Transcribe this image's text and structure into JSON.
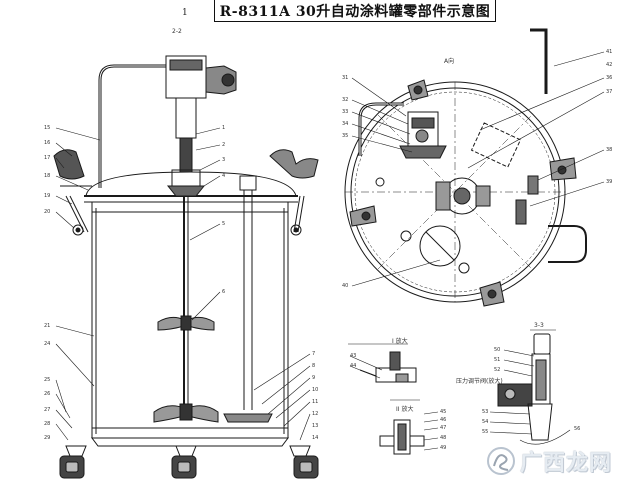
{
  "title": "R-8311A 30升自动涂料罐零部件示意图",
  "top_index": "1",
  "view_labels": {
    "top_view": "A向",
    "detail_a": "2-2",
    "detail_b": "I 放大",
    "detail_c": "II 放大",
    "detail_label_small": "3-3",
    "valve_note": "压力调节阀(放大)"
  },
  "callouts": {
    "tank_left": [
      "15",
      "16",
      "17",
      "18",
      "19",
      "20",
      "21",
      "24",
      "25",
      "26",
      "27",
      "28",
      "29"
    ],
    "tank_right": [
      "1",
      "2",
      "3",
      "4",
      "5",
      "6",
      "7",
      "8",
      "9",
      "10",
      "11",
      "12",
      "13",
      "14"
    ],
    "top_view": [
      "31",
      "32",
      "33",
      "34",
      "35",
      "36",
      "37",
      "38",
      "39",
      "40",
      "41",
      "42"
    ],
    "details": [
      "43",
      "44",
      "45",
      "46",
      "47",
      "48",
      "49",
      "50",
      "51",
      "52",
      "53",
      "54",
      "55",
      "56"
    ]
  },
  "watermark": {
    "text": "广西龙网",
    "colors": {
      "text": "#e6ecf2",
      "outline": "#9aa4b0",
      "icon": "#b9c3cf"
    }
  },
  "colors": {
    "line": "#1a1a1a",
    "paper": "#ffffff"
  }
}
